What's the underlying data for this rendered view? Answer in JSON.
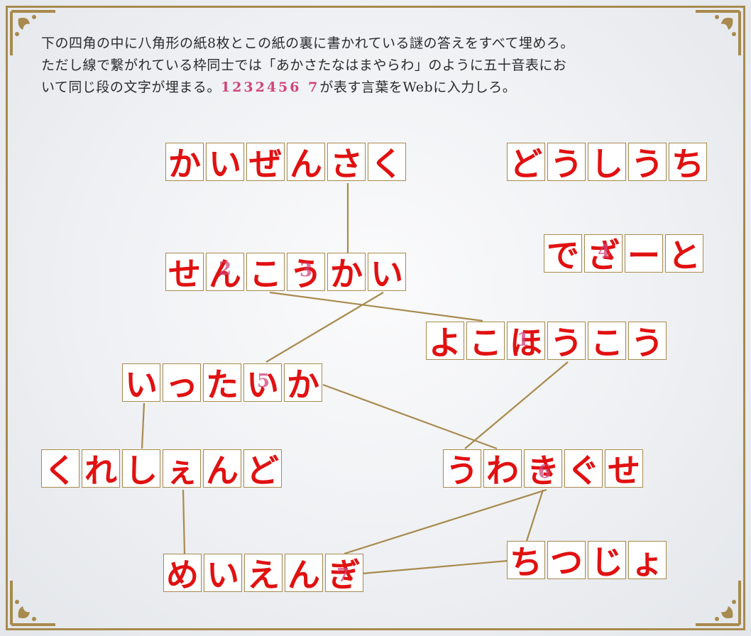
{
  "instructions": {
    "line1": "下の四角の中に八角形の紙8枚とこの紙の裏に書かれている謎の答えをすべて埋めろ。",
    "line2": "ただし線で繋がれている枠同士では「あかさたなはまやらわ」のように五十音表にお",
    "line3a": "いて同じ段の文字が埋まる。",
    "numbers": "1232456 7",
    "line3b": "が表す言葉をWebに入力しろ。"
  },
  "boxes": {
    "b1": {
      "chars": [
        "か",
        "い",
        "ぜ",
        "ん",
        "さ",
        "く"
      ]
    },
    "b2": {
      "chars": [
        "ど",
        "う",
        "し",
        "う",
        "ち"
      ]
    },
    "b3": {
      "chars": [
        "せ",
        "ん",
        "こ",
        "う",
        "か",
        "い"
      ]
    },
    "b4": {
      "chars": [
        "で",
        "ざ",
        "ー",
        "と"
      ]
    },
    "b5": {
      "chars": [
        "よ",
        "こ",
        "ほ",
        "う",
        "こ",
        "う"
      ]
    },
    "b6": {
      "chars": [
        "い",
        "っ",
        "た",
        "い",
        "か"
      ]
    },
    "b7": {
      "chars": [
        "く",
        "れ",
        "し",
        "ぇ",
        "ん",
        "ど"
      ]
    },
    "b8": {
      "chars": [
        "う",
        "わ",
        "き",
        "ぐ",
        "せ"
      ]
    },
    "b9": {
      "chars": [
        "め",
        "い",
        "え",
        "ん",
        "ぎ"
      ]
    },
    "b10": {
      "chars": [
        "ち",
        "つ",
        "じ",
        "ょ"
      ]
    }
  },
  "marks": [
    "2",
    "3",
    "4",
    "1",
    "5",
    "6",
    "7"
  ],
  "colors": {
    "frame": "#a88a4e",
    "letters": "#e11111",
    "numbers": "#d1457c",
    "lines": "#a88a4e"
  },
  "icons": [
    "corner-ornament-icon"
  ]
}
